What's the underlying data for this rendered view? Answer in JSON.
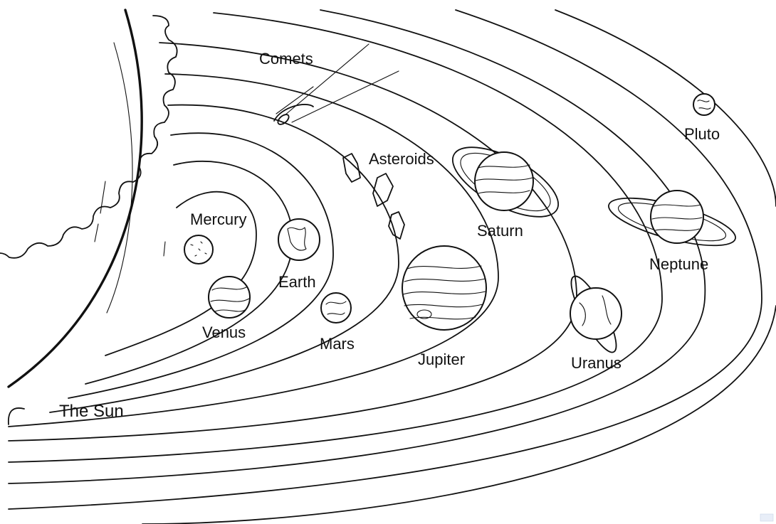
{
  "diagram": {
    "labels": {
      "sun": "The Sun",
      "mercury": "Mercury",
      "venus": "Venus",
      "earth": "Earth",
      "mars": "Mars",
      "asteroids": "Asteroids",
      "jupiter": "Jupiter",
      "saturn": "Saturn",
      "uranus": "Uranus",
      "neptune": "Neptune",
      "pluto": "Pluto",
      "comets": "Comets"
    }
  }
}
